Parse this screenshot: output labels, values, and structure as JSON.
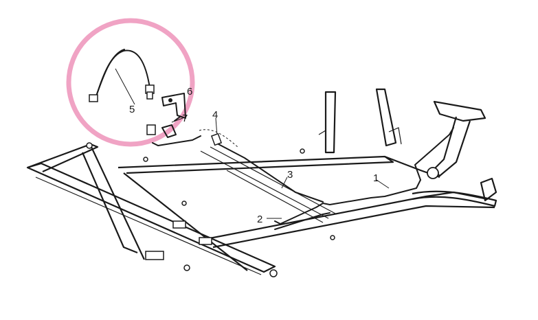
{
  "callouts": {
    "c1": "1",
    "c2": "2",
    "c3": "3",
    "c4": "4",
    "c5": "5",
    "c6": "6",
    "c7": "7"
  },
  "highlight_color": "#f0a3c4",
  "ink_color": "#1a1a1a"
}
